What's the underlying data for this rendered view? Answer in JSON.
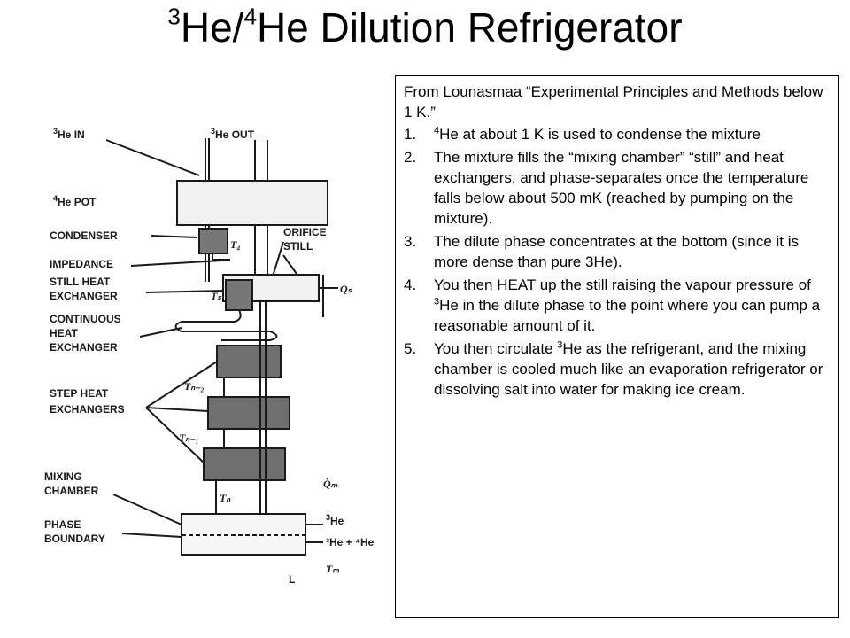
{
  "title": {
    "sup1": "3",
    "part1": "He/",
    "sup2": "4",
    "part2": "He Dilution Refrigerator"
  },
  "diagram": {
    "labels": {
      "he3_in_sup": "3",
      "he3_in": "He IN",
      "he3_out_sup": "3",
      "he3_out": "He OUT",
      "he4_pot_sup": "4",
      "he4_pot": "He POT",
      "condenser": "CONDENSER",
      "orifice": "ORIFICE",
      "still": "STILL",
      "impedance": "IMPEDANCE",
      "still_heat_1": "STILL HEAT",
      "still_heat_2": "EXCHANGER",
      "continuous_1": "CONTINUOUS",
      "continuous_2": "HEAT",
      "continuous_3": "EXCHANGER",
      "step_1": "STEP HEAT",
      "step_2": "EXCHANGERS",
      "mixing_1": "MIXING",
      "mixing_2": "CHAMBER",
      "phase_1": "PHASE",
      "phase_2": "BOUNDARY",
      "t4": "T₄",
      "ts": "Tₛ",
      "qs": "Q̇ₛ",
      "tn2": "Tₙ₋₂",
      "tn1": "Tₙ₋₁",
      "tn": "Tₙ",
      "qm": "Q̇ₘ",
      "he3_right_sup": "3",
      "he3_right": "He",
      "he_mix": "³He + ⁴He",
      "tm": "Tₘ",
      "l_mark": "L"
    }
  },
  "note": {
    "source": "From Lounasmaa “Experimental Principles and Methods below 1 K.”",
    "items": [
      {
        "num": "1.",
        "sup": "4",
        "text": "He at about 1 K is used to condense the mixture"
      },
      {
        "num": "2.",
        "text": "The mixture fills the “mixing chamber” “still” and heat exchangers, and phase-separates once the temperature falls below about 500 mK (reached by pumping on the mixture)."
      },
      {
        "num": "3.",
        "text": "The dilute phase concentrates at the bottom (since it is more dense than pure 3He)."
      },
      {
        "num": "4.",
        "pre": "You then HEAT up the still raising the vapour pressure of ",
        "sup": "3",
        "post": "He in the dilute phase to the point where you can pump a reasonable amount of it."
      },
      {
        "num": "5.",
        "pre": "You then circulate ",
        "sup": "3",
        "post": "He as the refrigerant, and the mixing chamber is cooled much like an evaporation refrigerator or dissolving salt into water for making ice cream."
      }
    ]
  }
}
